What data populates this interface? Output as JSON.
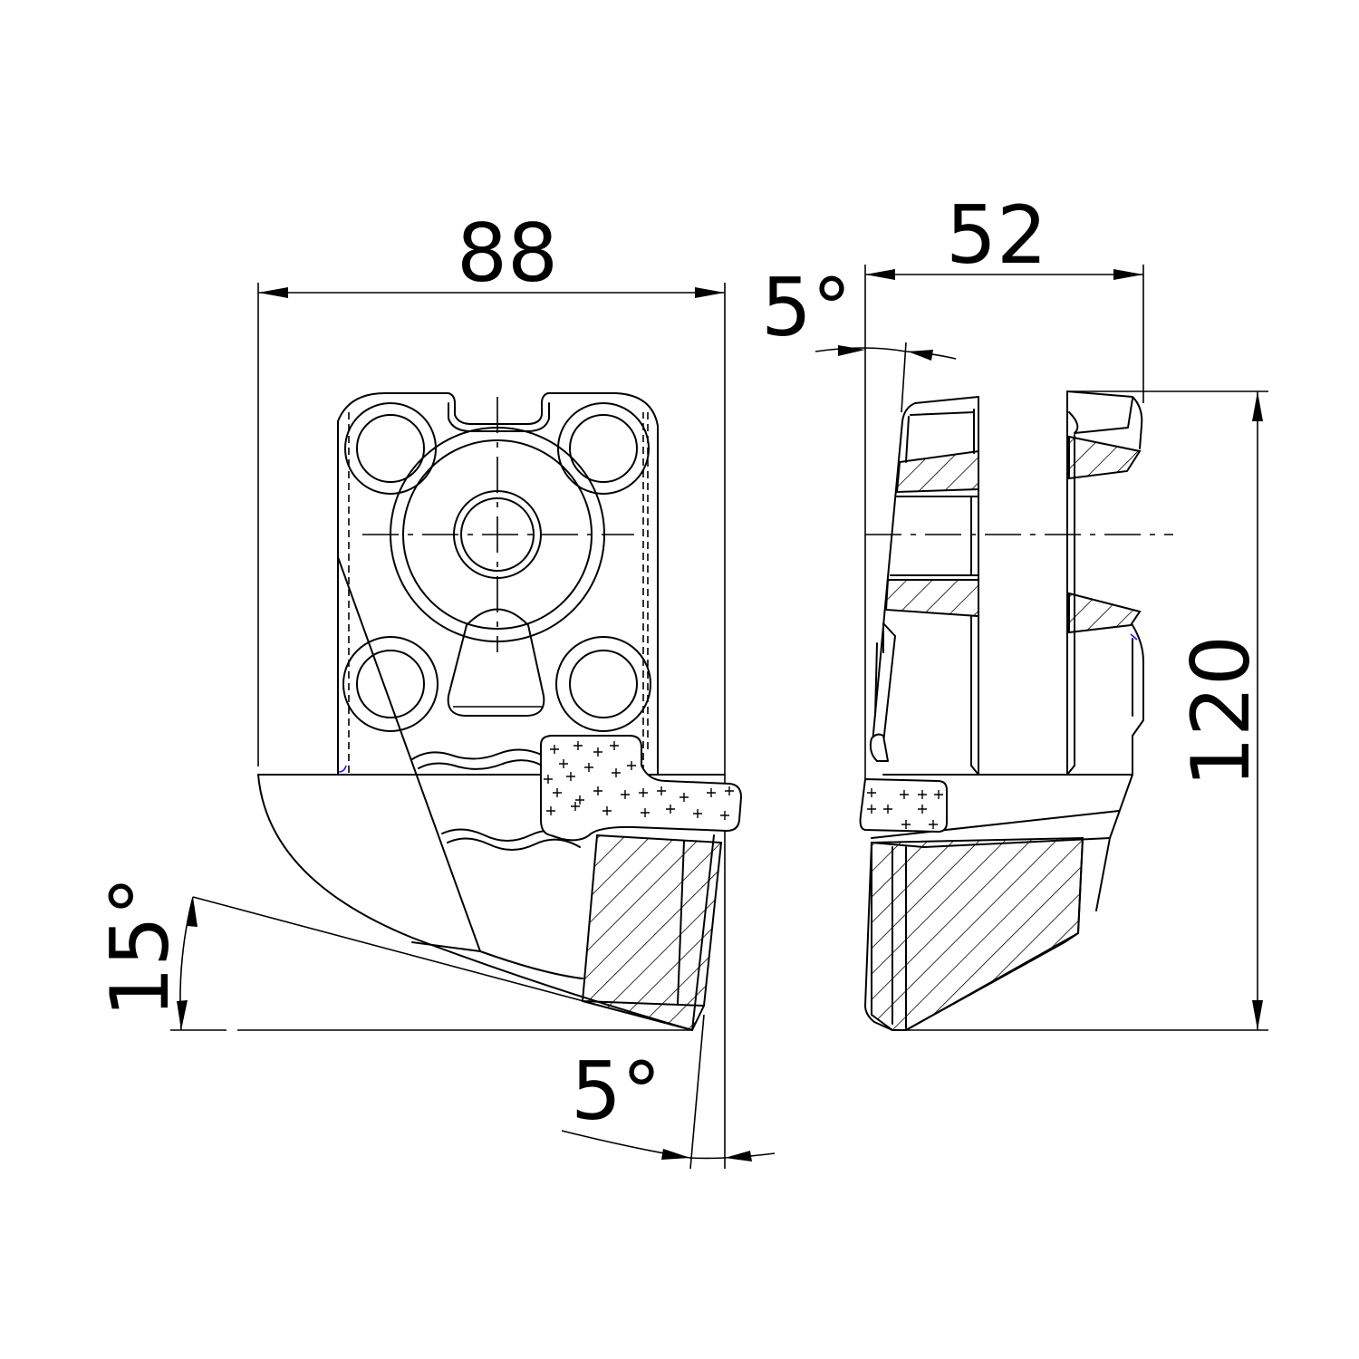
{
  "dimensions": {
    "width_front": "88",
    "width_side": "52",
    "height": "120",
    "angle_top_side": "5°",
    "angle_bottom": "15°",
    "angle_tip": "5°"
  },
  "colors": {
    "line": "#000000",
    "background": "#ffffff",
    "accent": "#1a1aff"
  }
}
